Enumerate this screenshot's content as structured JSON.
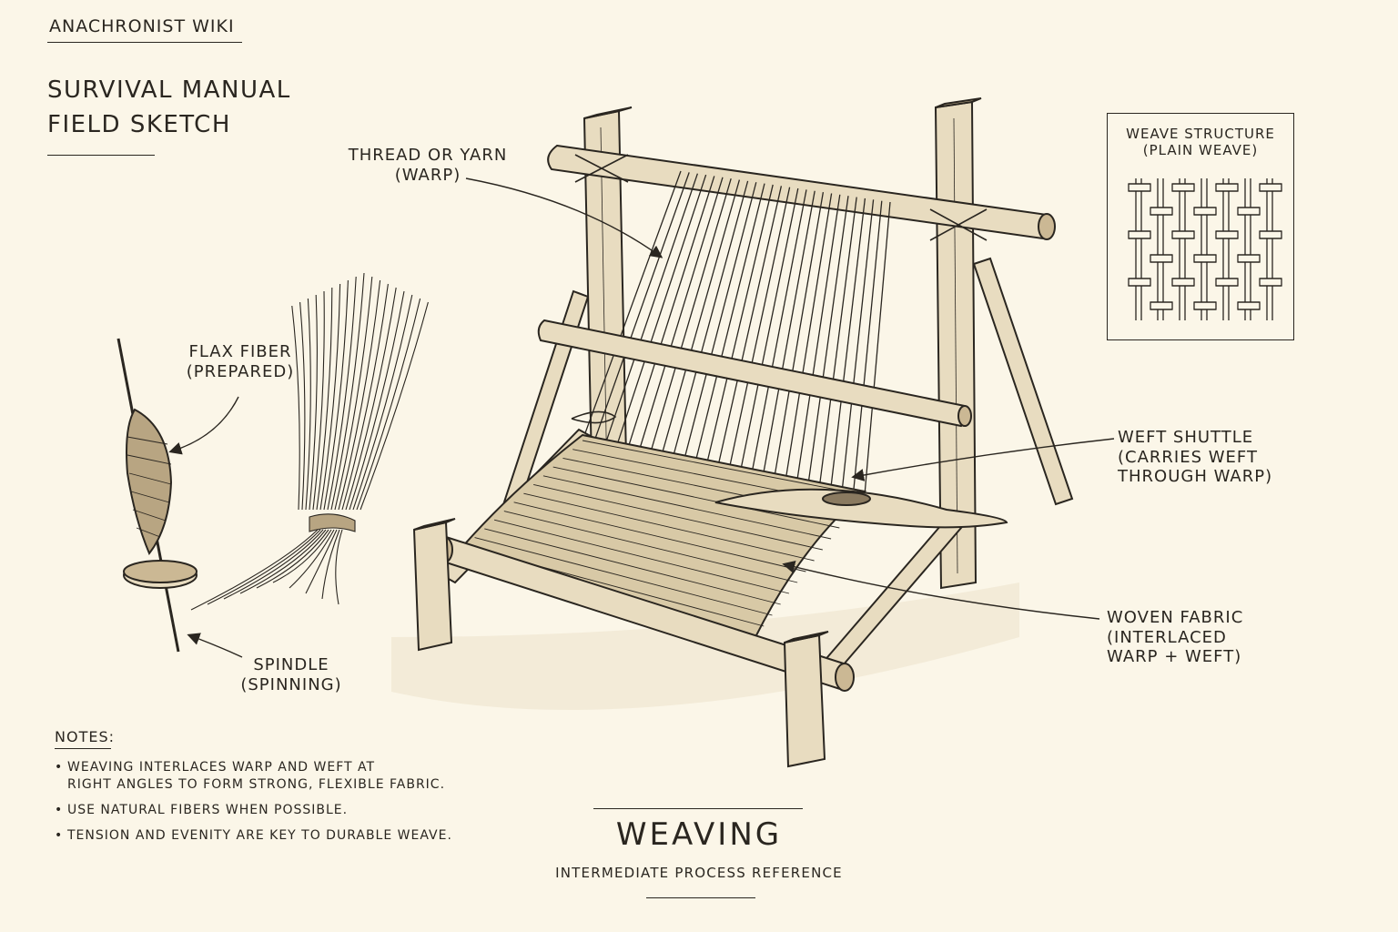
{
  "header": {
    "site_name": "ANACHRONIST WIKI",
    "title_line1": "SURVIVAL MANUAL",
    "title_line2": "FIELD SKETCH"
  },
  "labels": {
    "warp": {
      "line1": "THREAD OR YARN",
      "line2": "(WARP)"
    },
    "flax": {
      "line1": "FLAX FIBER",
      "line2": "(PREPARED)"
    },
    "spindle": {
      "line1": "SPINDLE",
      "line2": "(SPINNING)"
    },
    "shuttle": {
      "line1": "WEFT SHUTTLE",
      "line2": "(CARRIES WEFT",
      "line3": "THROUGH WARP)"
    },
    "fabric": {
      "line1": "WOVEN FABRIC",
      "line2": "(INTERLACED",
      "line3": "WARP + WEFT)"
    }
  },
  "inset": {
    "title_line1": "WEAVE STRUCTURE",
    "title_line2": "(PLAIN WEAVE)"
  },
  "notes": {
    "heading": "NOTES:",
    "items": [
      {
        "line1": "WEAVING INTERLACES WARP AND WEFT AT",
        "line2": "RIGHT ANGLES TO FORM STRONG, FLEXIBLE FABRIC."
      },
      {
        "line1": "USE NATURAL FIBERS WHEN POSSIBLE."
      },
      {
        "line1": "TENSION AND EVENITY ARE KEY TO DURABLE WEAVE."
      }
    ]
  },
  "footer": {
    "title": "WEAVING",
    "subtitle": "INTERMEDIATE PROCESS REFERENCE"
  },
  "colors": {
    "paper": "#fbf6e8",
    "ink": "#2a2620",
    "wood": "#e8dcc0",
    "wood_dark": "#cbb894"
  }
}
